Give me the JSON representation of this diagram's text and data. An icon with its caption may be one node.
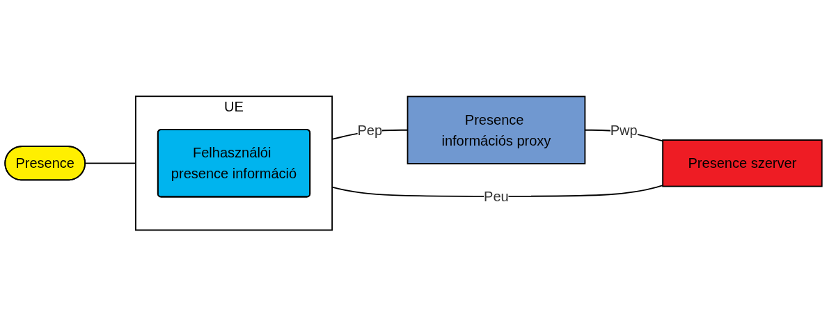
{
  "diagram": {
    "nodes": [
      {
        "text": [
          "Presence"
        ]
      },
      {
        "text": [
          "UE"
        ]
      },
      {
        "text": [
          "Felhasználói presence információ"
        ],
        "in": 1
      },
      {
        "text": [
          "Presence információs proxy"
        ]
      },
      {
        "text": [
          "Presence szerver"
        ]
      }
    ],
    "edges": [
      {
        "from": 0,
        "to": 1,
        "arrow": "none"
      },
      {
        "from": 1,
        "to": 3,
        "arrow": "none",
        "label": "Pep"
      },
      {
        "from": 3,
        "to": 4,
        "arrow": "none",
        "label": "Pwp"
      },
      {
        "from": 1,
        "to": 4,
        "arrow": "none",
        "label": "Peu"
      }
    ]
  }
}
